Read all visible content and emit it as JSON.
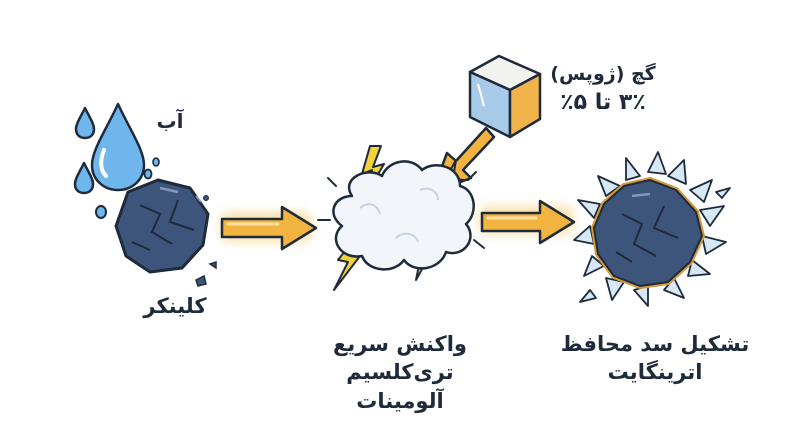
{
  "labels": {
    "water": "آب",
    "clinker": "کلینکر",
    "gypsum_name": "گچ (ژوپس)",
    "gypsum_percent": "۳٪ تا ۵٪",
    "reaction_line1": "واکنش سریع",
    "reaction_line2": "تری‌کلسیم آلومینات",
    "barrier_line1": "تشکیل سد محافظ",
    "barrier_line2": "اترینگایت"
  },
  "colors": {
    "outline": "#1f2a3a",
    "water": "#6fb6ec",
    "clinker": "#3d557a",
    "arrow": "#f2b441",
    "cloud": "#f2f6fb",
    "spark": "#f4d23a",
    "crystal": "#d6e8f5",
    "gold_ring": "#d49a3a",
    "cube_top": "#f2f2ee",
    "cube_blue": "#a9cbea",
    "cube_orange": "#f0b44a"
  }
}
